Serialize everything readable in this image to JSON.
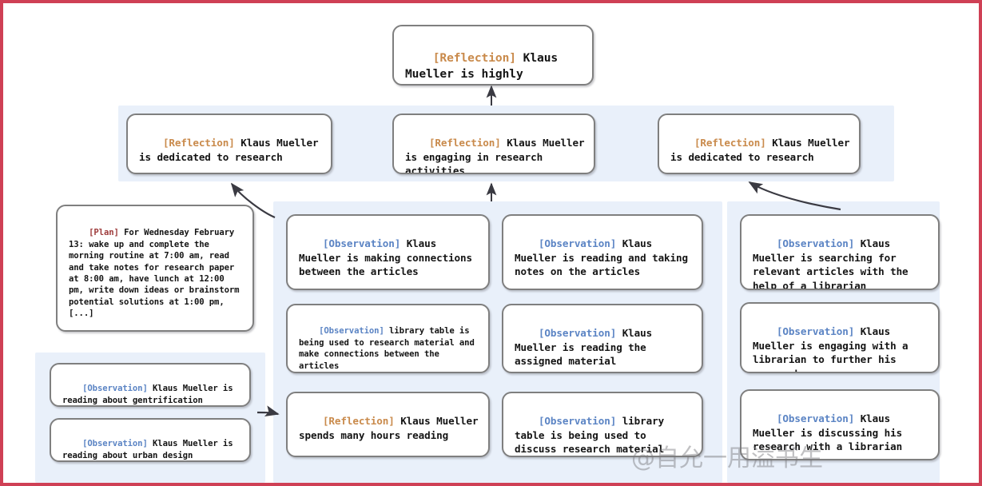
{
  "figure": {
    "border_color": "#cf4055",
    "panel_color": "#e9f0fa",
    "node_border_color": "#7f7f7f",
    "tag_colors": {
      "reflection": "#c98a4b",
      "observation": "#5b84c4",
      "plan": "#9e3b3b"
    }
  },
  "watermark": {
    "text": "@自允一用溢书生"
  },
  "nodes": {
    "top_reflection": {
      "tag": "[Reflection]",
      "text": " Klaus Mueller is highly dedicated to research"
    },
    "mid_reflection_left": {
      "tag": "[Reflection]",
      "text": " Klaus Mueller is dedicated to research"
    },
    "mid_reflection_center": {
      "tag": "[Reflection]",
      "text": " Klaus Mueller is engaging in research activities"
    },
    "mid_reflection_right": {
      "tag": "[Reflection]",
      "text": " Klaus Mueller is dedicated to research"
    },
    "plan": {
      "tag": "[Plan]",
      "text": " For Wednesday February 13: wake up and complete the morning routine at 7:00 am, read and take notes for research paper at 8:00 am, have lunch at 12:00 pm, write down ideas or brainstorm potential solutions at 1:00 pm, [...]"
    },
    "obs_bottomleft_1": {
      "tag": "[Observation]",
      "text": " Klaus Mueller is reading about gentrification"
    },
    "obs_bottomleft_2": {
      "tag": "[Observation]",
      "text": " Klaus Mueller is reading about urban design"
    },
    "col1_obs_1": {
      "tag": "[Observation]",
      "text": " Klaus Mueller is making connections between the articles"
    },
    "col1_obs_2": {
      "tag": "[Observation]",
      "text": " library table is being used to research material and make connections between the articles"
    },
    "col1_reflection": {
      "tag": "[Reflection]",
      "text": " Klaus Mueller spends many hours reading"
    },
    "col2_obs_1": {
      "tag": "[Observation]",
      "text": " Klaus Mueller is reading and taking notes on the articles"
    },
    "col2_obs_2": {
      "tag": "[Observation]",
      "text": " Klaus Mueller is reading the assigned material"
    },
    "col2_obs_3": {
      "tag": "[Observation]",
      "text": " library table is being used to discuss research material"
    },
    "col3_obs_1": {
      "tag": "[Observation]",
      "text": " Klaus Mueller is searching for relevant articles with the help of a librarian"
    },
    "col3_obs_2": {
      "tag": "[Observation]",
      "text": " Klaus Mueller is engaging with a librarian to further his research"
    },
    "col3_obs_3": {
      "tag": "[Observation]",
      "text": " Klaus Mueller is discussing his research with a librarian"
    }
  }
}
